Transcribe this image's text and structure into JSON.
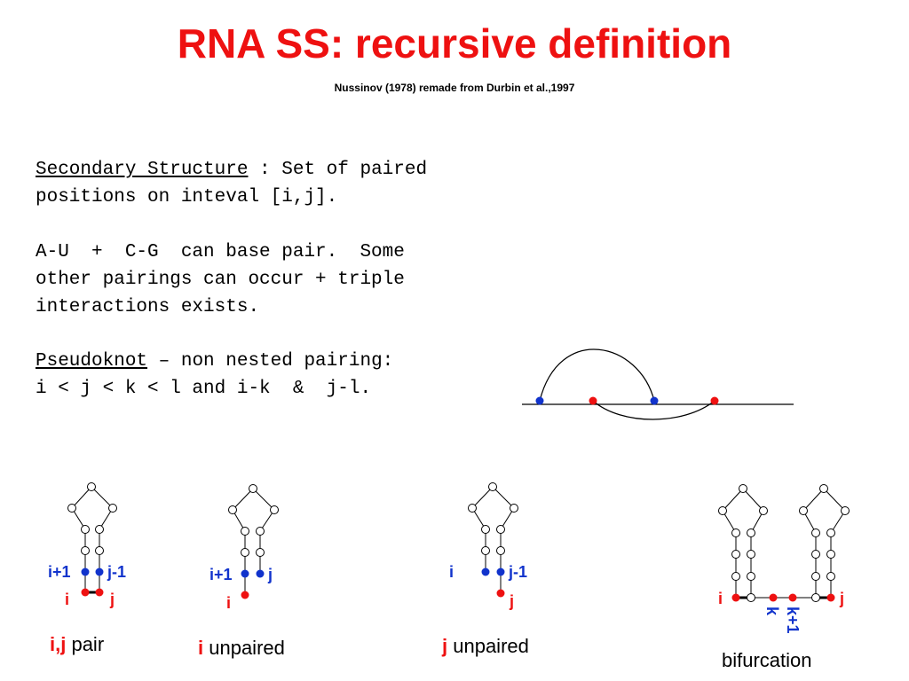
{
  "title": "RNA SS: recursive definition",
  "subtitle": "Nussinov (1978) remade from Durbin et al.,1997",
  "text": {
    "ss_term": "Secondary Structure",
    "ss_rest": " : Set of paired",
    "line2": "positions on inteval [i,j].",
    "line3": "A-U  +  C-G  can base pair.  Some",
    "line4": "other pairings can occur + triple",
    "line5": "interactions exists.",
    "pk_term": "Pseudoknot",
    "pk_rest": " – non nested pairing:",
    "line7": "i < j < k < l and i-k  &  j-l."
  },
  "labels": {
    "i": "i",
    "j": "j",
    "i1": "i+1",
    "j1": "j-1",
    "k": "k",
    "k1": "k+1"
  },
  "captions": {
    "pair": {
      "bold": "i,j",
      "rest": " pair"
    },
    "i_unpaired": {
      "bold": "i",
      "rest": " unpaired"
    },
    "j_unpaired": {
      "bold": "j",
      "rest": " unpaired"
    },
    "bifurcation": "bifurcation"
  },
  "colors": {
    "red": "#ee1111",
    "blue": "#1133cc",
    "black": "#000000"
  }
}
